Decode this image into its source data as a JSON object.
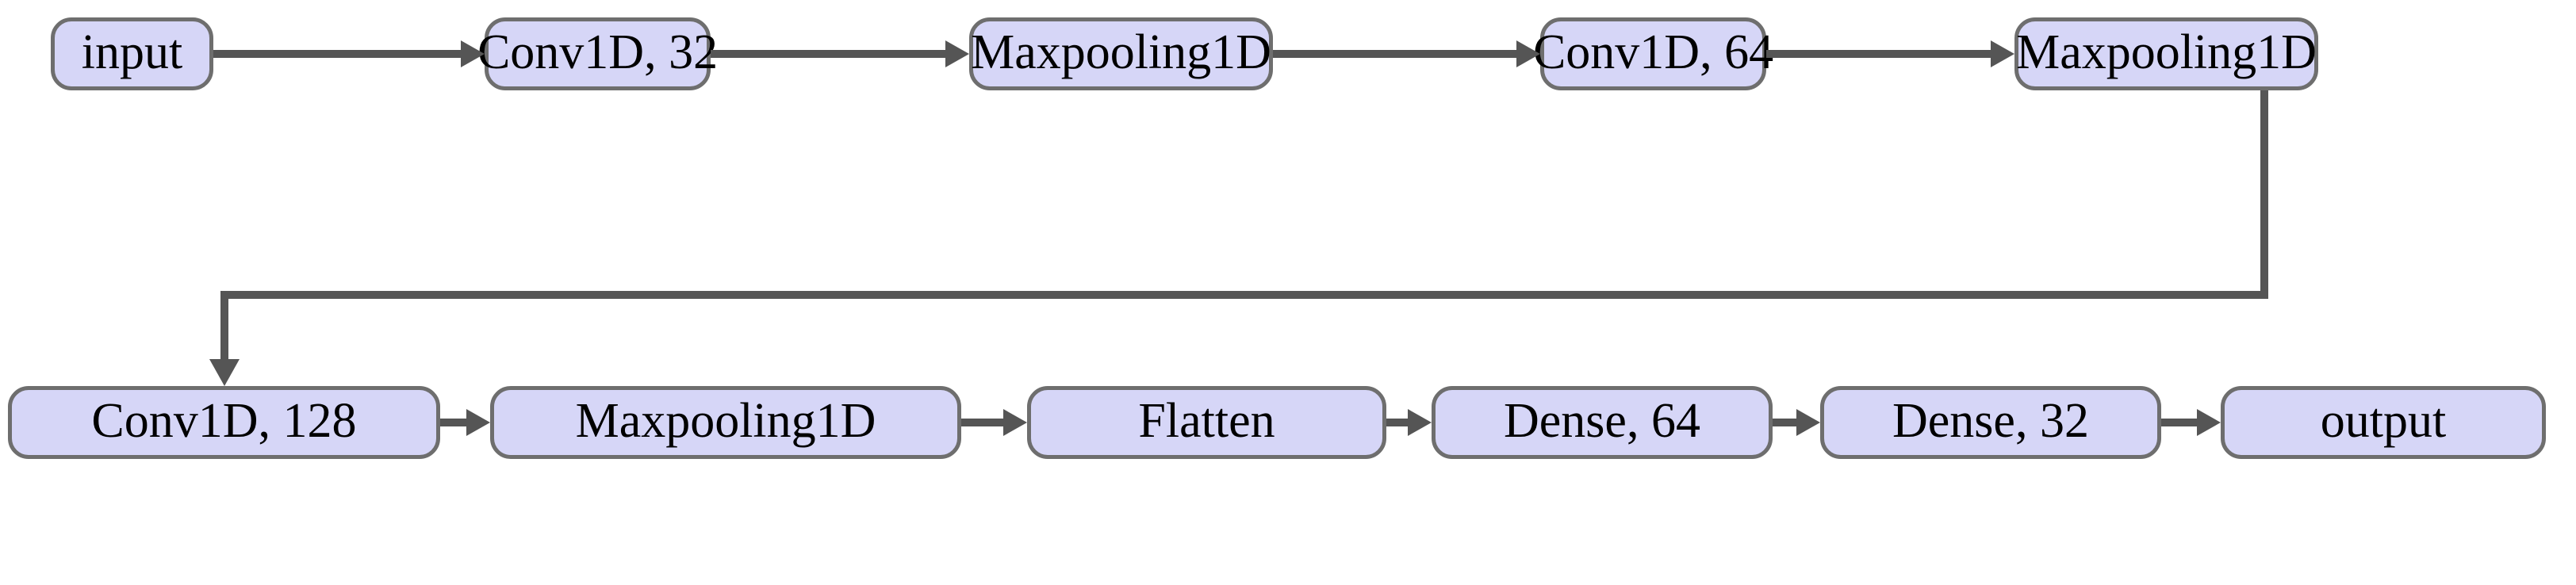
{
  "diagram": {
    "title": "1D CNN model architecture flowchart",
    "background_color": "#ffffff",
    "node_fill_color": "#d6d6f7",
    "node_border_color": "#6e6e6e",
    "connector_color": "#555555",
    "text_color": "#000000",
    "rows": [
      {
        "name": "top-row",
        "nodes": [
          {
            "id": "input",
            "label": "input"
          },
          {
            "id": "conv1d-32",
            "label": "Conv1D, 32"
          },
          {
            "id": "maxpool-1",
            "label": "Maxpooling1D"
          },
          {
            "id": "conv1d-64",
            "label": "Conv1D, 64"
          },
          {
            "id": "maxpool-2",
            "label": "Maxpooling1D"
          }
        ]
      },
      {
        "name": "bottom-row",
        "nodes": [
          {
            "id": "conv1d-128",
            "label": "Conv1D, 128"
          },
          {
            "id": "maxpool-3",
            "label": "Maxpooling1D"
          },
          {
            "id": "flatten",
            "label": "Flatten"
          },
          {
            "id": "dense-64",
            "label": "Dense, 64"
          },
          {
            "id": "dense-32",
            "label": "Dense, 32"
          },
          {
            "id": "output",
            "label": "output"
          }
        ]
      }
    ],
    "edges": [
      {
        "from": "input",
        "to": "conv1d-32",
        "kind": "arrow-right"
      },
      {
        "from": "conv1d-32",
        "to": "maxpool-1",
        "kind": "arrow-right"
      },
      {
        "from": "maxpool-1",
        "to": "conv1d-64",
        "kind": "arrow-right"
      },
      {
        "from": "conv1d-64",
        "to": "maxpool-2",
        "kind": "arrow-right"
      },
      {
        "from": "maxpool-2",
        "to": "conv1d-128",
        "kind": "elbow-down-left-down"
      },
      {
        "from": "conv1d-128",
        "to": "maxpool-3",
        "kind": "arrow-right"
      },
      {
        "from": "maxpool-3",
        "to": "flatten",
        "kind": "arrow-right"
      },
      {
        "from": "flatten",
        "to": "dense-64",
        "kind": "arrow-right"
      },
      {
        "from": "dense-64",
        "to": "dense-32",
        "kind": "arrow-right"
      },
      {
        "from": "dense-32",
        "to": "output",
        "kind": "arrow-right"
      }
    ]
  }
}
